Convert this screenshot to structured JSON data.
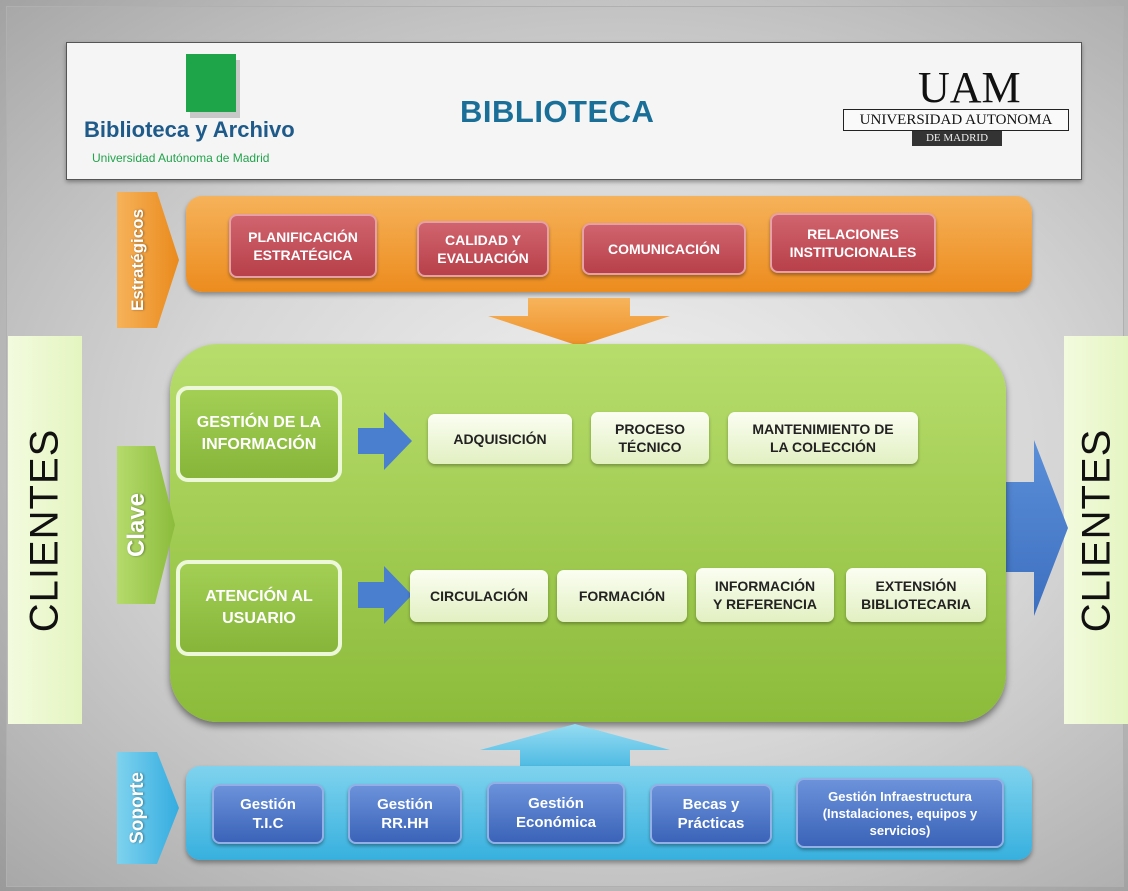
{
  "header": {
    "logo_title": "Biblioteca y Archivo",
    "logo_subtitle": "Universidad Autónoma de Madrid",
    "main_title": "BIBLIOTECA",
    "uam_letters": "UAM",
    "uam_name": "UNIVERSIDAD AUTONOMA",
    "uam_city": "DE MADRID"
  },
  "estrategicos": {
    "tag": "Estratégicos",
    "items": [
      {
        "line1": "PLANIFICACIÓN",
        "line2": "ESTRATÉGICA"
      },
      {
        "line1": "CALIDAD Y",
        "line2": "EVALUACIÓN"
      },
      {
        "line1": "COMUNICACIÓN",
        "line2": ""
      },
      {
        "line1": "RELACIONES",
        "line2": "INSTITUCIONALES"
      }
    ]
  },
  "clave": {
    "tag": "Clave",
    "gestion": {
      "head": {
        "line1": "GESTIÓN DE LA",
        "line2": "INFORMACIÓN"
      },
      "items": [
        {
          "line1": "ADQUISICIÓN",
          "line2": ""
        },
        {
          "line1": "PROCESO",
          "line2": "TÉCNICO"
        },
        {
          "line1": "MANTENIMIENTO DE",
          "line2": "LA COLECCIÓN"
        }
      ]
    },
    "atencion": {
      "head": {
        "line1": "ATENCIÓN AL",
        "line2": "USUARIO"
      },
      "items": [
        {
          "line1": "CIRCULACIÓN",
          "line2": ""
        },
        {
          "line1": "FORMACIÓN",
          "line2": ""
        },
        {
          "line1": "INFORMACIÓN",
          "line2": "Y REFERENCIA"
        },
        {
          "line1": "EXTENSIÓN",
          "line2": "BIBLIOTECARIA"
        }
      ]
    }
  },
  "clientes": {
    "left": "CLIENTES",
    "right": "CLIENTES"
  },
  "soporte": {
    "tag": "Soporte",
    "items": [
      {
        "line1": "Gestión",
        "line2": "T.I.C",
        "line3": ""
      },
      {
        "line1": "Gestión",
        "line2": "RR.HH",
        "line3": ""
      },
      {
        "line1": "Gestión",
        "line2": "Económica",
        "line3": ""
      },
      {
        "line1": "Becas y",
        "line2": "Prácticas",
        "line3": ""
      },
      {
        "line1": "Gestión Infraestructura",
        "line2": "(Instalaciones, equipos y",
        "line3": "servicios)"
      }
    ]
  },
  "colors": {
    "orange": "#ec8c1e",
    "red_box": "#b8404a",
    "green": "#8cbb3a",
    "blue_box": "#3b63b8",
    "cyan": "#37b0de",
    "arrow_blue": "#4a7fd0"
  }
}
